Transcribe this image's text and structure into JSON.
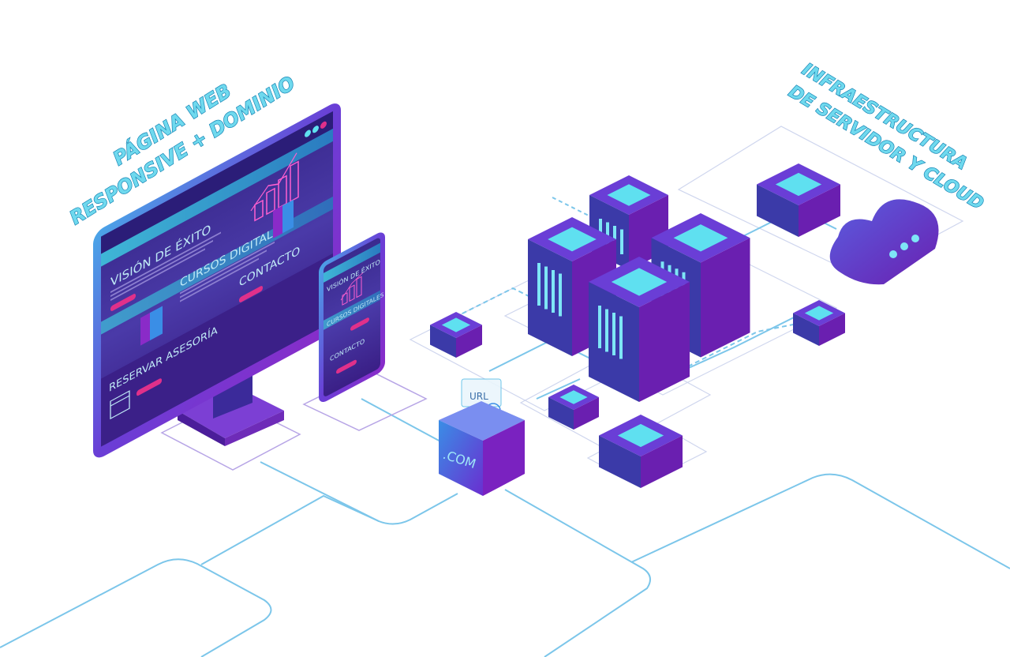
{
  "labels": {
    "left_line1": "PÁGINA WEB",
    "left_line2": "RESPONSIVE + DOMINIO",
    "right_line1": "INFRAESTRUCTURA",
    "right_line2": "DE SERVIDOR Y CLOUD"
  },
  "monitor": {
    "heading1": "VISIÓN DE ÉXITO",
    "heading2": "CURSOS DIGITALES",
    "heading3": "CONTACTO",
    "heading4": "RESERVAR ASESORÍA"
  },
  "phone": {
    "heading1": "VISIÓN DE ÉXITO",
    "heading2": "CURSOS DIGITALES",
    "heading3": "CONTACTO"
  },
  "domain_cube": {
    "label": ".COM",
    "url_label": "URL"
  },
  "colors": {
    "purple": "#5a1f9e",
    "violet": "#7b2fd0",
    "blue": "#3b5fd8",
    "cyan": "#5fe0f0",
    "pink": "#e0308a",
    "wire": "#7cc6ea"
  }
}
